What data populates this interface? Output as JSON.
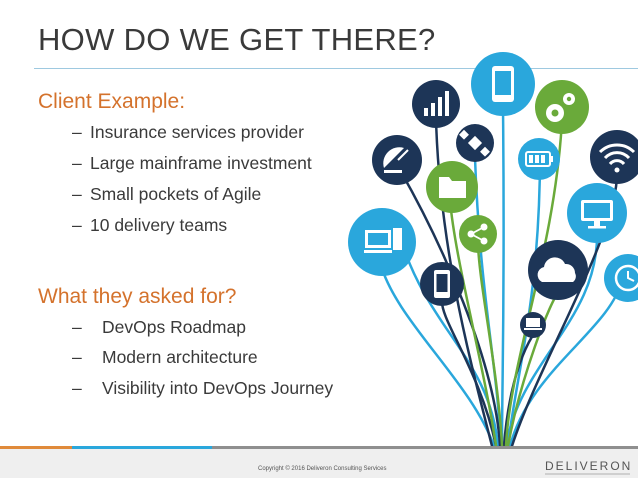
{
  "slide": {
    "title": "HOW DO WE GET THERE?",
    "section1": {
      "heading": "Client Example:",
      "items": [
        "Insurance services provider",
        "Large mainframe investment",
        "Small pockets of Agile",
        "10 delivery teams"
      ]
    },
    "section2": {
      "heading": "What they asked for?",
      "items": [
        "DevOps Roadmap",
        "Modern architecture",
        "Visibility into DevOps Journey"
      ]
    },
    "dash_char": "–",
    "footer": {
      "copyright": "Copyright © 2016 Deliveron Consulting Services",
      "logo": "DELIVERON"
    }
  },
  "colors": {
    "title": "#3a3a3a",
    "heading": "#d4722c",
    "navy": "#1d3557",
    "blue": "#2aa7dc",
    "green": "#6aaa3a"
  },
  "icons": [
    "bar-chart-icon",
    "mobile-phone-icon",
    "gear-icon",
    "satellite-dish-icon",
    "satellite-icon",
    "battery-icon",
    "wifi-icon",
    "folder-icon",
    "desktop-computer-icon",
    "share-icon",
    "monitor-icon",
    "smartphone-icon",
    "cloud-icon",
    "laptop-icon",
    "clock-icon"
  ]
}
